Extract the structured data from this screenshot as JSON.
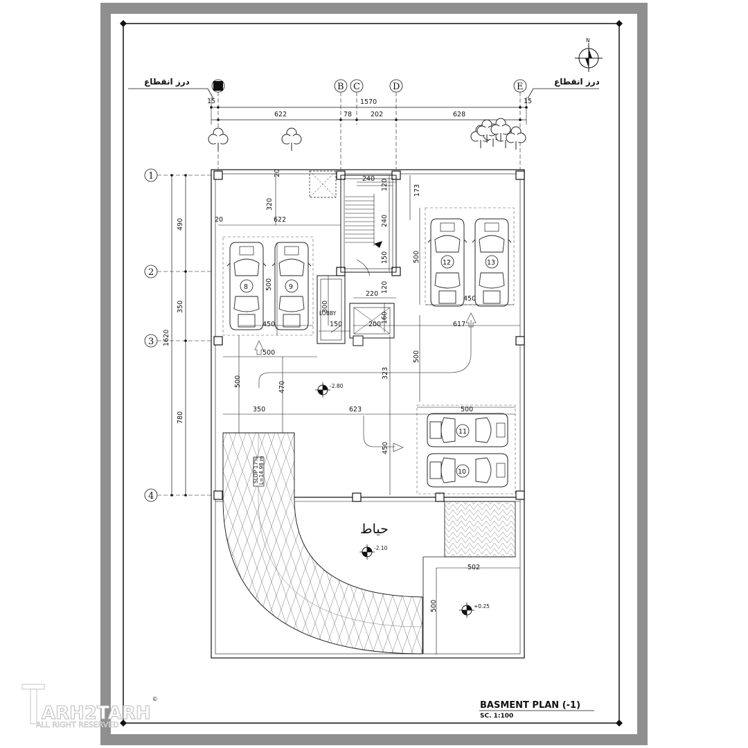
{
  "sheet": {
    "title": "BASMENT PLAN (-1)",
    "scale": "SC. 1:100",
    "north_label": "N",
    "expansion_joint_left": "درز انقطاع",
    "expansion_joint_right": "درز انقطاع",
    "yard_label": "حیاط"
  },
  "grid": {
    "columns": [
      "B",
      "C",
      "D",
      "E"
    ],
    "rows": [
      "1",
      "2",
      "3",
      "4"
    ]
  },
  "dimensions": {
    "top_total": "1570",
    "top_left_gap": "15",
    "top_right_gap": "15",
    "top_spans": [
      "622",
      "78",
      "202",
      "628"
    ],
    "left_total": "1620",
    "left_spans": [
      "490",
      "350",
      "780"
    ],
    "interior": {
      "d20a": "20",
      "d20b": "20",
      "d320": "320",
      "d622": "622",
      "d240a": "240",
      "d120a": "120",
      "d240b": "240",
      "d173": "173",
      "d150a": "150",
      "d500a": "500",
      "d500b": "500",
      "d450a": "450",
      "d450b": "450",
      "d220": "220",
      "d120b": "120",
      "d300": "300",
      "d150b": "150",
      "d200": "200",
      "d160": "160",
      "d617": "617",
      "d500c": "500",
      "d500d": "500",
      "d470": "470",
      "d323": "323",
      "d350": "350",
      "d623": "623",
      "d500e": "500",
      "d450c": "450",
      "d502": "502",
      "d500f": "500"
    },
    "lobby": "LOBBY"
  },
  "levels": {
    "parking": "-2.80",
    "yard": "-2.10",
    "entrance": "+0.25"
  },
  "ramp": {
    "slope": "SLOP 17%",
    "length": "L=14.98 m"
  },
  "parking_spaces": [
    "8",
    "9",
    "10",
    "11",
    "12",
    "13"
  ],
  "logo": {
    "brand": "ARH2TARH",
    "tagline": "ALL RIGHT RESERVED",
    "mark": "©"
  }
}
